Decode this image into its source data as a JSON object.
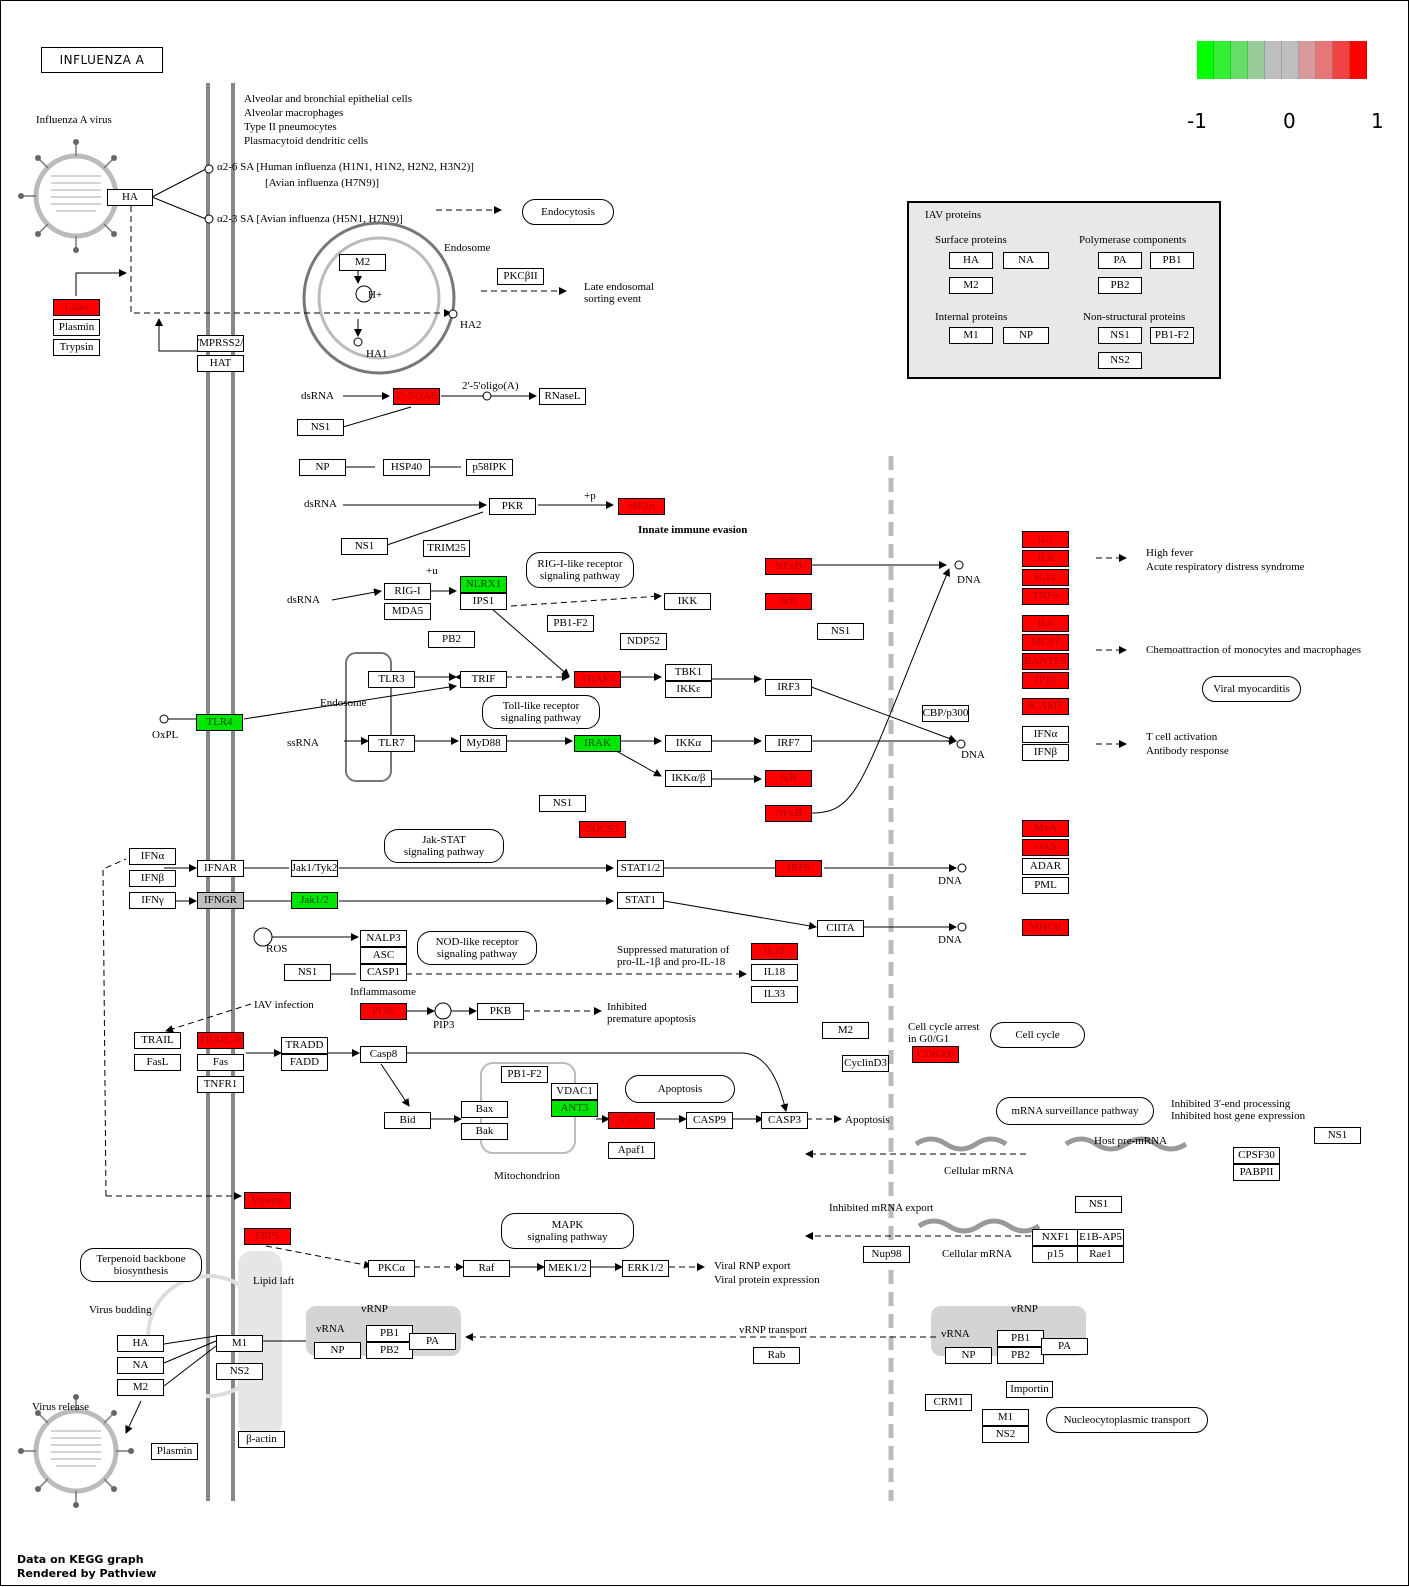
{
  "title": "INFLUENZA A",
  "legend": {
    "colors": [
      "#00ff00",
      "#33ee33",
      "#66dd66",
      "#99cc99",
      "#bebebe",
      "#bebebe",
      "#d89a9a",
      "#e77777",
      "#f04444",
      "#ff0000"
    ],
    "ticks": [
      "-1",
      "0",
      "1"
    ]
  },
  "footer": {
    "line1": "Data on KEGG graph",
    "line2": "Rendered by Pathview"
  },
  "labels": {
    "influenza_virus": "Influenza A virus",
    "cells_1": "Alveolar and bronchial epithelial cells",
    "cells_2": "Alveolar macrophages",
    "cells_3": "Type II pneumocytes",
    "cells_4": "Plasmacytoid dendritic cells",
    "a26": "α2-6 SA  [Human influenza (H1N1, H1N2, H2N2, H3N2)]",
    "a26b": "[Avian influenza (H7N9)]",
    "a23": "α2-3 SA  [Avian influenza (H5N1, H7N9)]",
    "endosome": "Endosome",
    "h_plus": "H+",
    "ha2": "HA2",
    "ha1": "HA1",
    "late_endo_1": "Late endosomal",
    "late_endo_2": "sorting event",
    "oligo": "2'-5'oligo(A)",
    "dsrna1": "dsRNA",
    "dsrna2": "dsRNA",
    "dsrna3": "dsRNA",
    "plus_p": "+p",
    "plus_u": "+u",
    "innate": "Innate immune evasion",
    "dna1": "DNA",
    "dna2": "DNA",
    "dna3": "DNA",
    "dna4": "DNA",
    "high_fever": "High fever",
    "ards": "Acute respiratory distress syndrome",
    "chemo": "Chemoattraction of monocytes and macrophages",
    "tcell": "T cell activation",
    "antibody": "Antibody response",
    "endosome2": "Endosome",
    "oxpl": "OxPL",
    "ssrna": "ssRNA",
    "ros": "ROS",
    "inflammasome": "Inflammasome",
    "suppressed_1": "Suppressed maturation of",
    "suppressed_2": "pro-IL-1β and pro-IL-18",
    "iav_infection": "IAV infection",
    "pip3": "PIP3",
    "inhibited_1": "Inhibited",
    "inhibited_2": "premature apoptosis",
    "cell_cycle_arrest_1": "Cell cycle arrest",
    "cell_cycle_arrest_2": "in G0/G1",
    "mitochondrion": "Mitochondrion",
    "apoptosis_lbl": "Apoptosis",
    "inhibited3_1": "Inhibited 3'-end processing",
    "inhibited3_2": "Inhibited host gene expression",
    "host_pre_mrna": "Host pre-mRNA",
    "cellular_mrna1": "Cellular mRNA",
    "cellular_mrna2": "Cellular mRNA",
    "inhibited_export": "Inhibited mRNA export",
    "lipid_laft": "Lipid laft",
    "virus_budding": "Virus budding",
    "virus_release": "Virus release",
    "vrnp1": "vRNP",
    "vrnp2": "vRNP",
    "vrna1": "vRNA",
    "vrna2": "vRNA",
    "vrnp_transport": "vRNP transport",
    "viral_rnp_1": "Viral RNP export",
    "viral_rnp_2": "Viral protein expression"
  },
  "pills": {
    "endocytosis": "Endocytosis",
    "rig_1": "RIG-I-like receptor",
    "rig_2": "signaling pathway",
    "toll_1": "Toll-like receptor",
    "toll_2": "signaling pathway",
    "jak_1": "Jak-STAT",
    "jak_2": "signaling pathway",
    "nod_1": "NOD-like receptor",
    "nod_2": "signaling pathway",
    "apoptosis": "Apoptosis",
    "cell_cycle": "Cell cycle",
    "viral_myo": "Viral myocarditis",
    "mrna_surv": "mRNA surveillance pathway",
    "mapk_1": "MAPK",
    "mapk_2": "signaling pathway",
    "terp_1": "Terpenoid backbone",
    "terp_2": "biosynthesis",
    "nucleo": "Nucleocytoplasmic transport"
  },
  "iav": {
    "title": "IAV proteins",
    "surface": "Surface proteins",
    "polymerase": "Polymerase components",
    "internal": "Internal proteins",
    "nonstructural": "Non-structural proteins",
    "ha": "HA",
    "na": "NA",
    "m2": "M2",
    "pa": "PA",
    "pb1": "PB1",
    "pb2": "PB2",
    "m1": "M1",
    "np": "NP",
    "ns1": "NS1",
    "pb1f2": "PB1-F2",
    "ns2": "NS2"
  },
  "genes": {
    "ha_top": "HA",
    "clara": "Clara",
    "plasmin": "Plasmin",
    "trypsin": "Trypsin",
    "tmprss": "TMPRSS2/4",
    "hat": "HAT",
    "m2_endo": "M2",
    "pkcbii": "PKCβII",
    "oas": "2'-5'OAS",
    "rnasel": "RNaseL",
    "ns1_a": "NS1",
    "np_a": "NP",
    "hsp40": "HSP40",
    "p58ipk": "p58IPK",
    "pkr": "PKR",
    "eif2a": "eIF2α",
    "ns1_b": "NS1",
    "trim25": "TRIM25",
    "rigi": "RIG-I",
    "mda5": "MDA5",
    "nlrx1": "NLRX1",
    "ips1": "IPS1",
    "pb2_a": "PB2",
    "pb1f2_a": "PB1-F2",
    "ndp52": "NDP52",
    "ikk": "IKK",
    "nfkb1": "NFκB",
    "ikb1": "IκB",
    "ns1_c": "NS1",
    "tlr3": "TLR3",
    "trif": "TRIF",
    "traf3": "TRAF3",
    "tbk1": "TBK1",
    "ikke": "IKKε",
    "irf3": "IRF3",
    "tlr4": "TLR4",
    "tlr7": "TLR7",
    "myd88": "MyD88",
    "irak": "IRAK",
    "ikka": "IKKα",
    "irf7": "IRF7",
    "ikkab": "IKKα/β",
    "ikb2": "IκB",
    "nfkb2": "NFκB",
    "cbp": "CBP/p300",
    "il1": "IL1",
    "il6": "IL6",
    "il12": "IL12",
    "tnfa": "TNFα",
    "il8": "IL8",
    "mcp1": "MCP1",
    "rantes": "RANTES",
    "ip10": "IP10",
    "icam1": "ICAM1",
    "ifna_r": "IFNα",
    "ifnb_r": "IFNβ",
    "ns1_d": "NS1",
    "socs3": "SOCS3",
    "ifna_l": "IFNα",
    "ifnb_l": "IFNβ",
    "ifng_l": "IFNγ",
    "ifnar": "IFNAR",
    "ifngr": "IFNGR",
    "jak1tyk2": "Jak1/Tyk2",
    "jak12": "Jak1/2",
    "stat12": "STAT1/2",
    "stat1": "STAT1",
    "irf9": "IRF9",
    "ciita": "CIITA",
    "mxa": "MxA",
    "oas_r": "OAS",
    "adar": "ADAR",
    "pml": "PML",
    "mhcii": "MHCII",
    "nalp3": "NALP3",
    "asc": "ASC",
    "casp1": "CASP1",
    "ns1_e": "NS1",
    "il1b": "IL1β",
    "il18": "IL18",
    "il33": "IL33",
    "pi3k": "PI3K",
    "pkb": "PKB",
    "trail": "TRAIL",
    "trailr": "TRAIL-R",
    "fasl": "FasL",
    "fas": "Fas",
    "tnfr1": "TNFR1",
    "tradd": "TRADD",
    "fadd": "FADD",
    "casp8": "Casp8",
    "m2_b": "M2",
    "cyclind3": "CyclinD3",
    "cdk46": "CDK4/6",
    "pb1f2_b": "PB1-F2",
    "vdac1": "VDAC1",
    "ant3": "ANT3",
    "bax": "Bax",
    "bak": "Bak",
    "bid": "Bid",
    "cytc": "CytC",
    "casp9": "CASP9",
    "casp3": "CASP3",
    "apaf1": "Apaf1",
    "cpsf30": "CPSF30",
    "pabpii": "PABPII",
    "ns1_f": "NS1",
    "ns1_g": "NS1",
    "nxf1": "NXF1",
    "e1bap5": "E1B-AP5",
    "p15": "p15",
    "rae1": "Rae1",
    "nup98": "Nup98",
    "viperin": "Viperin",
    "fpps": "FPPS",
    "pkca": "PKCα",
    "raf": "Raf",
    "mek12": "MEK1/2",
    "erk12": "ERK1/2",
    "ha_b": "HA",
    "na_b": "NA",
    "m2_c": "M2",
    "m1_b": "M1",
    "ns2_b": "NS2",
    "plasmin_b": "Plasmin",
    "bactin": "β-actin",
    "np_v1": "NP",
    "pb1_v1": "PB1",
    "pb2_v1": "PB2",
    "pa_v1": "PA",
    "rab": "Rab",
    "np_v2": "NP",
    "pb1_v2": "PB1",
    "pb2_v2": "PB2",
    "pa_v2": "PA",
    "importin": "Importin",
    "crm1": "CRM1",
    "m1_c": "M1",
    "ns2_c": "NS2"
  }
}
